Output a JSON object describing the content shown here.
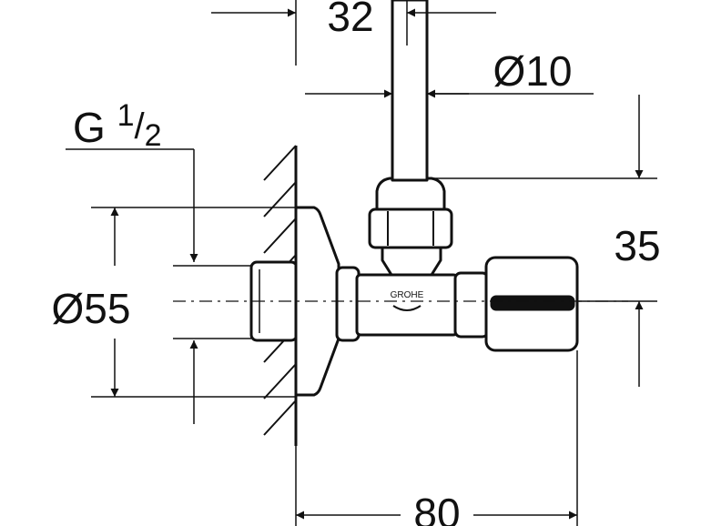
{
  "dimensions": {
    "top_width": "32",
    "pipe_diameter": "Ø10",
    "thread_main": "G ",
    "thread_num": "1",
    "thread_slash": "/",
    "thread_den": "2",
    "rosette_diameter": "Ø55",
    "height_offset": "35",
    "depth": "80"
  },
  "brand_mark": "GROHE",
  "colors": {
    "line": "#111111",
    "background": "#ffffff"
  }
}
